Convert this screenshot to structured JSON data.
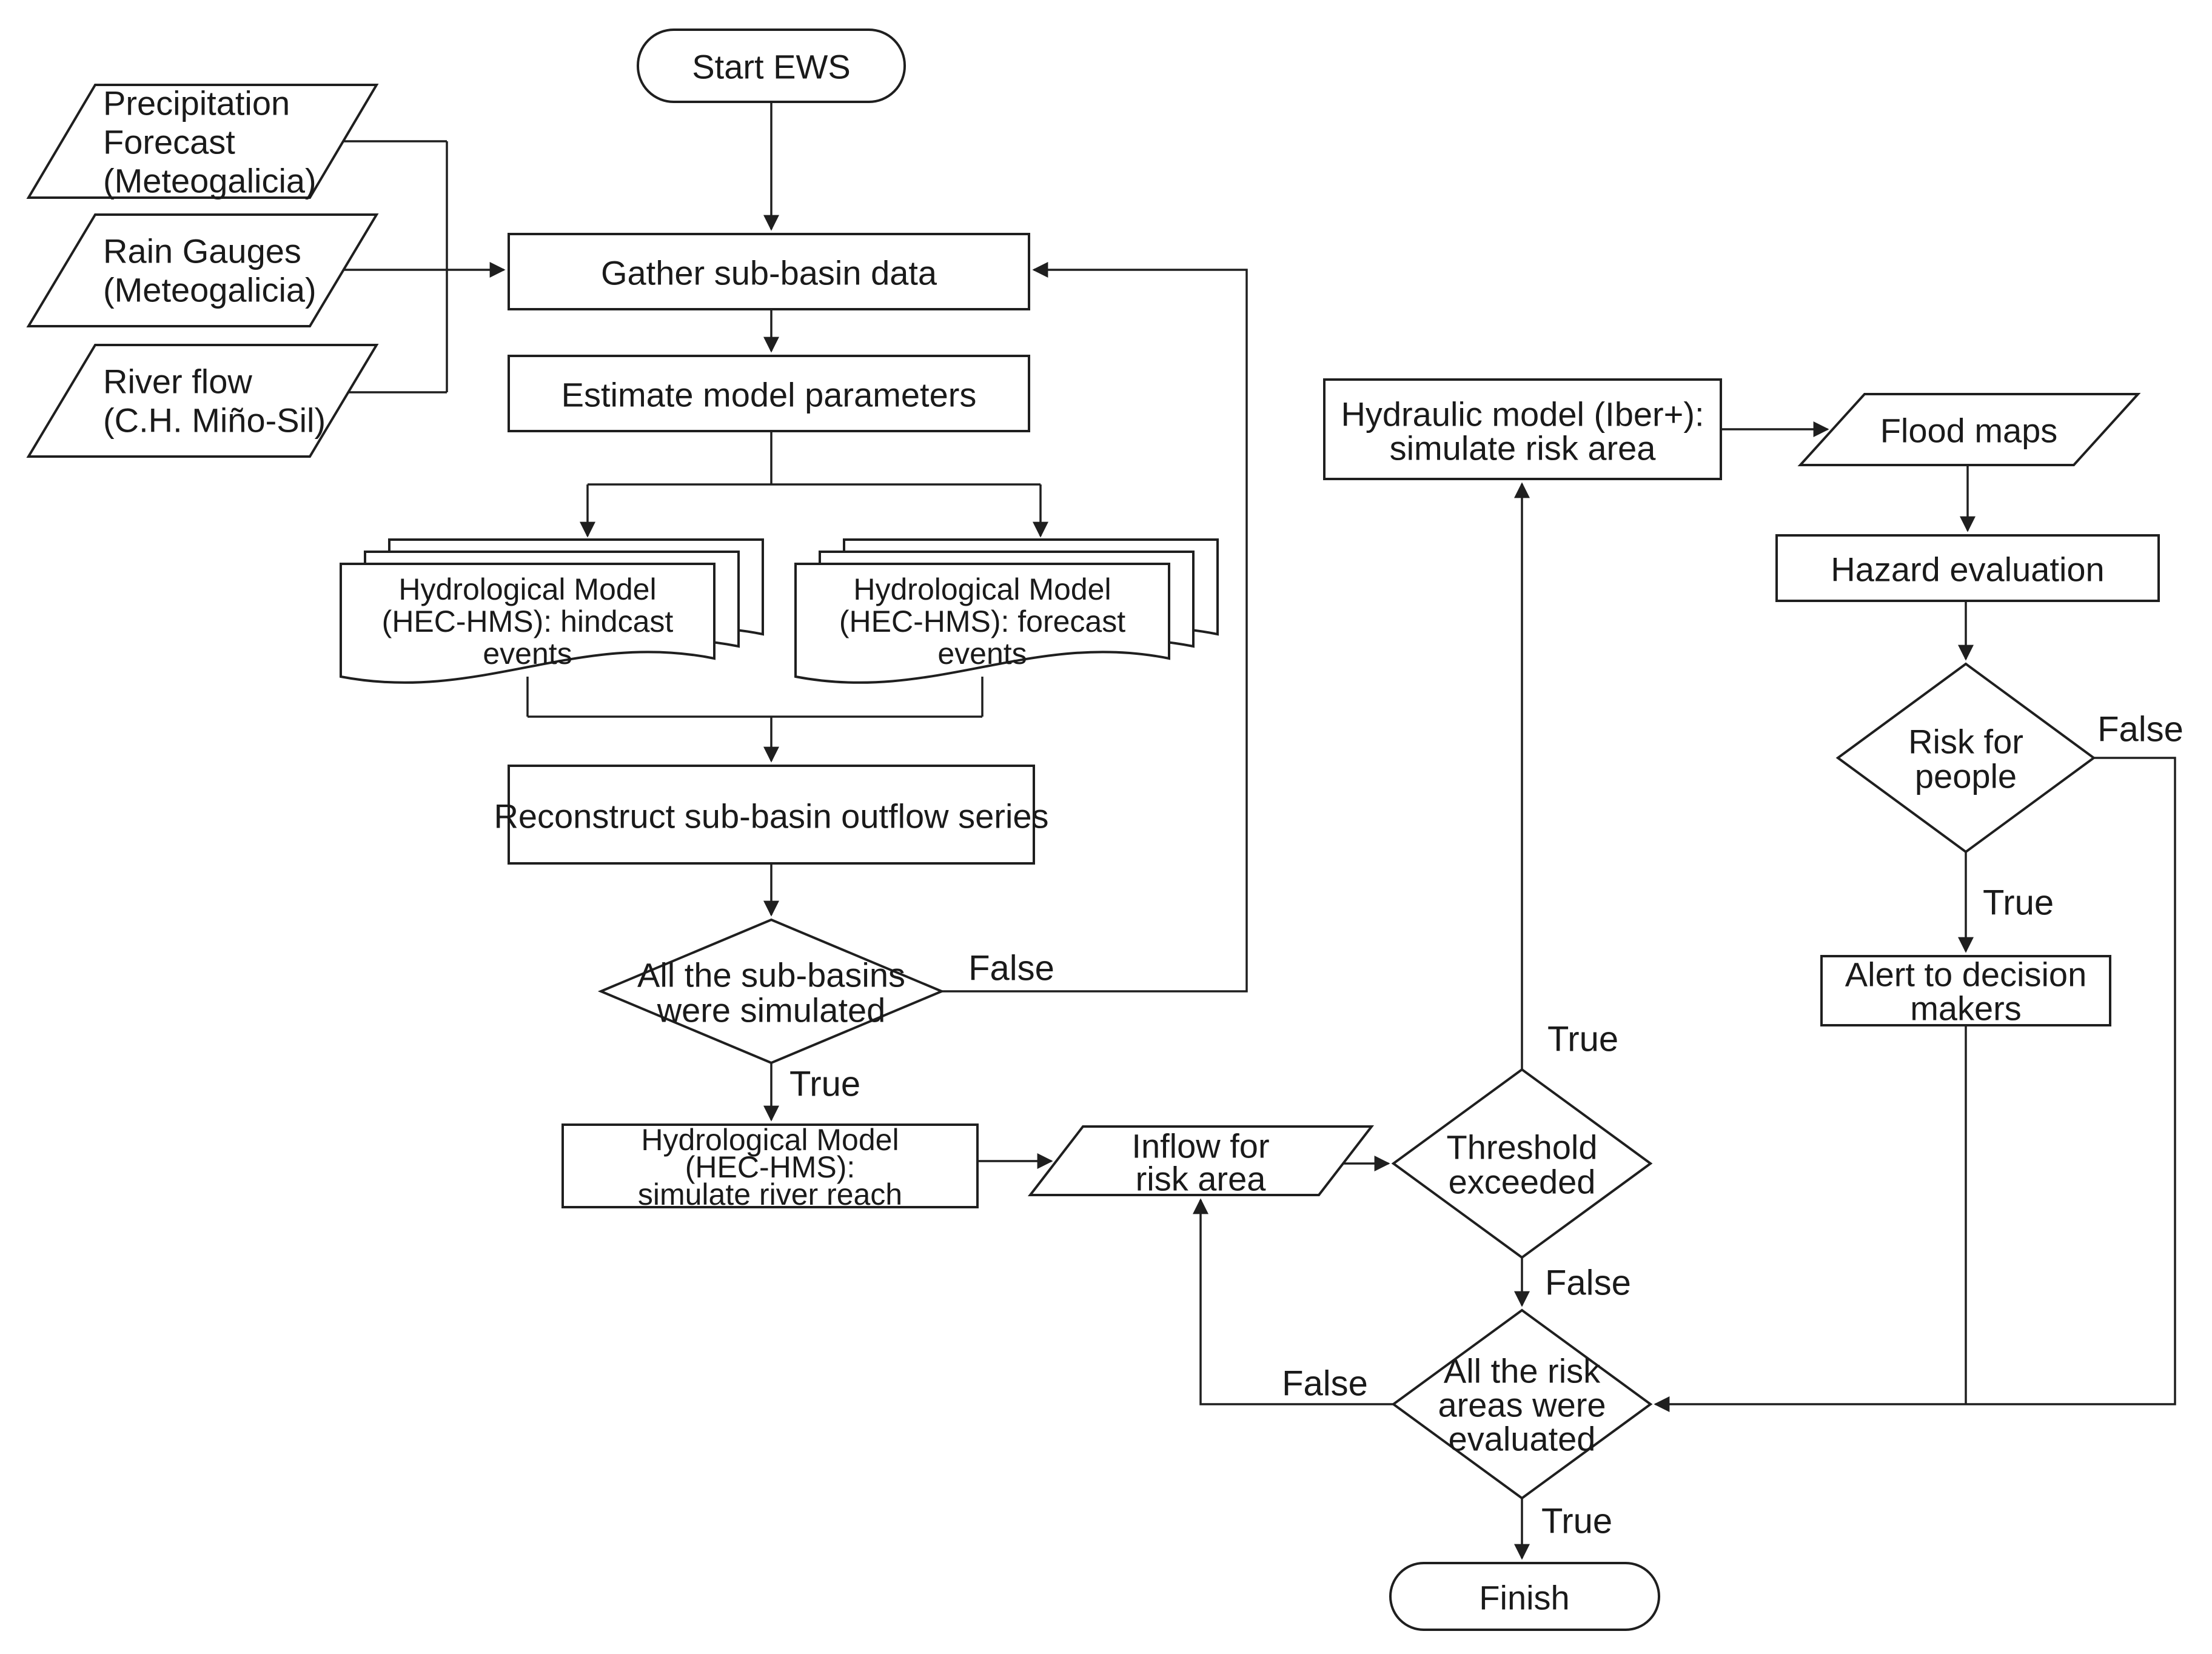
{
  "diagram": {
    "type": "flowchart",
    "background": "#ffffff",
    "stroke_color": "#1f1f1f",
    "node_fill": "#ffffff",
    "text_color": "#1a1a1a"
  },
  "nodes": {
    "start": {
      "type": "terminator",
      "lines": [
        "Start EWS"
      ]
    },
    "precipitation": {
      "type": "data-input",
      "lines": [
        "Precipitation",
        "Forecast",
        "(Meteogalicia)"
      ]
    },
    "rain_gauges": {
      "type": "data-input",
      "lines": [
        "Rain Gauges",
        "(Meteogalicia)"
      ]
    },
    "river_flow": {
      "type": "data-input",
      "lines": [
        "River flow",
        "(C.H. Miño-Sil)"
      ]
    },
    "gather": {
      "type": "process",
      "lines": [
        "Gather sub-basin data"
      ]
    },
    "estimate": {
      "type": "process",
      "lines": [
        "Estimate model parameters"
      ]
    },
    "hindcast": {
      "type": "document-stack",
      "lines": [
        "Hydrological Model",
        "(HEC-HMS): hindcast",
        "events"
      ]
    },
    "forecast": {
      "type": "document-stack",
      "lines": [
        "Hydrological Model",
        "(HEC-HMS): forecast",
        "events"
      ]
    },
    "reconstruct": {
      "type": "process",
      "lines": [
        "Reconstruct sub-basin outflow series"
      ]
    },
    "subbasins_decision": {
      "type": "decision",
      "lines": [
        "All the sub-basins",
        "were simulated"
      ]
    },
    "simulate_reach": {
      "type": "process",
      "lines": [
        "Hydrological Model",
        "(HEC-HMS):",
        "simulate river reach"
      ]
    },
    "inflow": {
      "type": "data",
      "lines": [
        "Inflow for",
        "risk area"
      ]
    },
    "threshold_decision": {
      "type": "decision",
      "lines": [
        "Threshold",
        "exceeded"
      ]
    },
    "hydraulic": {
      "type": "process",
      "lines": [
        "Hydraulic model (Iber+):",
        "simulate risk area"
      ]
    },
    "flood_maps": {
      "type": "data",
      "lines": [
        "Flood maps"
      ]
    },
    "hazard": {
      "type": "process",
      "lines": [
        "Hazard evaluation"
      ]
    },
    "risk_decision": {
      "type": "decision",
      "lines": [
        "Risk for",
        "people"
      ]
    },
    "alert": {
      "type": "process",
      "lines": [
        "Alert to decision",
        "makers"
      ]
    },
    "areas_decision": {
      "type": "decision",
      "lines": [
        "All the risk",
        "areas were",
        "evaluated"
      ]
    },
    "finish": {
      "type": "terminator",
      "lines": [
        "Finish"
      ]
    }
  },
  "branch_labels": {
    "subbasins_false": "False",
    "subbasins_true": "True",
    "threshold_true": "True",
    "threshold_false": "False",
    "risk_false": "False",
    "risk_true": "True",
    "areas_false": "False",
    "areas_true": "True"
  }
}
